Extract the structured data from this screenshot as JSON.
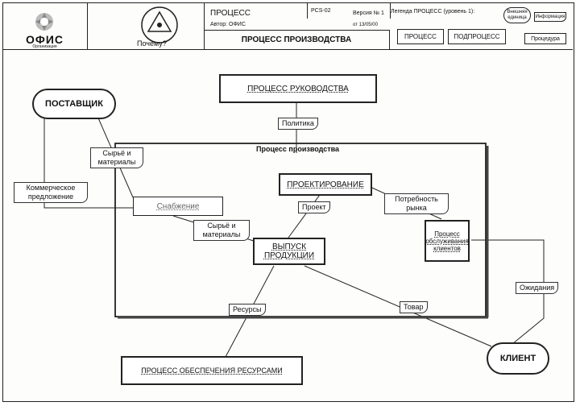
{
  "header": {
    "company_name": "ОФИС",
    "company_tagline": "Организация",
    "why_label": "Почему?",
    "process_title": "ПРОЦЕСС",
    "code": "PCS-02",
    "version": "Версия № 1",
    "author": "Автор: ОФИС",
    "date": "от 13/05/00",
    "diagram_name": "ПРОЦЕСС ПРОИЗВОДСТВА",
    "legend_title": "Легенда ПРОЦЕСС (уровень 1):",
    "legend_external": "Внешняя единица",
    "legend_information": "Информация",
    "legend_process": "ПРОЦЕСС",
    "legend_subprocess": "ПОДПРОЦЕСС",
    "legend_procedure": "Процедура"
  },
  "diagram": {
    "supplier": "ПОСТАВЩИК",
    "client": "КЛИЕНТ",
    "management": "ПРОЦЕСС РУКОВОДСТВА",
    "resources_process": "ПРОЦЕСС ОБЕСПЕЧЕНИЯ РЕСУРСАМИ",
    "container_title": "Процесс производства",
    "design": "ПРОЕКТИРОВАНИЕ",
    "supply": "Снабжение",
    "production": "ВЫПУСК ПРОДУКЦИИ",
    "client_process": "Процесс обслуживания клиентов",
    "labels": {
      "policy": "Политика",
      "raw_materials_1": "Сырьё и материалы",
      "raw_materials_2": "Сырьё и материалы",
      "commercial_offer": "Коммерческое предложение",
      "project": "Проект",
      "market_need": "Потребность рынка",
      "resources": "Ресурсы",
      "goods": "Товар",
      "expectations": "Ожидания"
    }
  }
}
